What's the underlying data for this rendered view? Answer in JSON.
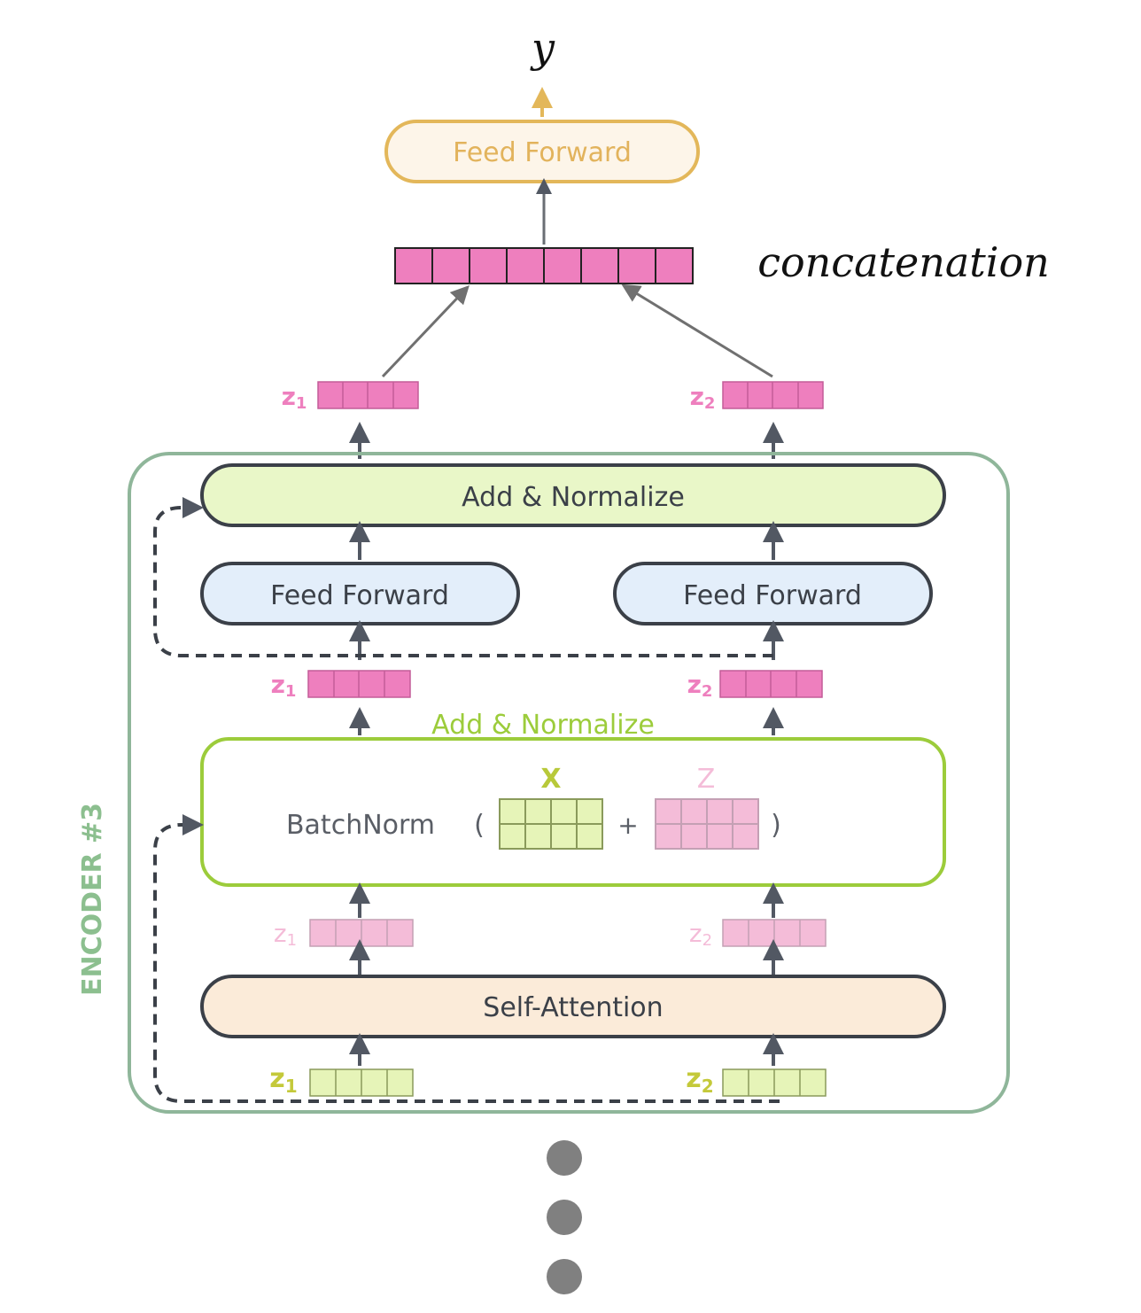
{
  "output": {
    "label": "y"
  },
  "top_ffn": {
    "label": "Feed Forward"
  },
  "concat": {
    "label": "concatenation",
    "cells": 8
  },
  "z_out": {
    "z1": "z",
    "z1_sub": "1",
    "z2": "z",
    "z2_sub": "2"
  },
  "encoder": {
    "title": "ENCODER #3",
    "add_norm_top": "Add & Normalize",
    "ffn_left": "Feed Forward",
    "ffn_right": "Feed Forward",
    "z_mid": {
      "z1": "z",
      "z1_sub": "1",
      "z2": "z",
      "z2_sub": "2"
    },
    "add_norm_label": "Add & Normalize",
    "batchnorm": {
      "label": "BatchNorm",
      "open_paren": "(",
      "plus": "+",
      "close_paren": ")",
      "x_label": "X",
      "z_label": "Z"
    },
    "z_attn": {
      "z1": "z",
      "z1_sub": "1",
      "z2": "z",
      "z2_sub": "2"
    },
    "self_attention": "Self-Attention",
    "z_in": {
      "z1": "z",
      "z1_sub": "1",
      "z2": "z",
      "z2_sub": "2"
    }
  },
  "colors": {
    "pink_strong": "#ee7fbe",
    "pink_light": "#f4bcd8",
    "green_light": "#e9f7c8",
    "green_cell": "#e6f4b8",
    "encoder_border": "#8fb69a",
    "encoder_title": "#8cbf8f",
    "add_norm_green": "#9ccc3b",
    "ffn_blue_fill": "#e3eefa",
    "self_attn_fill": "#fbebd9",
    "dark": "#3b4048",
    "top_ffn_border": "#e3b75a",
    "top_ffn_fill": "#fdf5e9",
    "dot_gray": "#808080"
  }
}
